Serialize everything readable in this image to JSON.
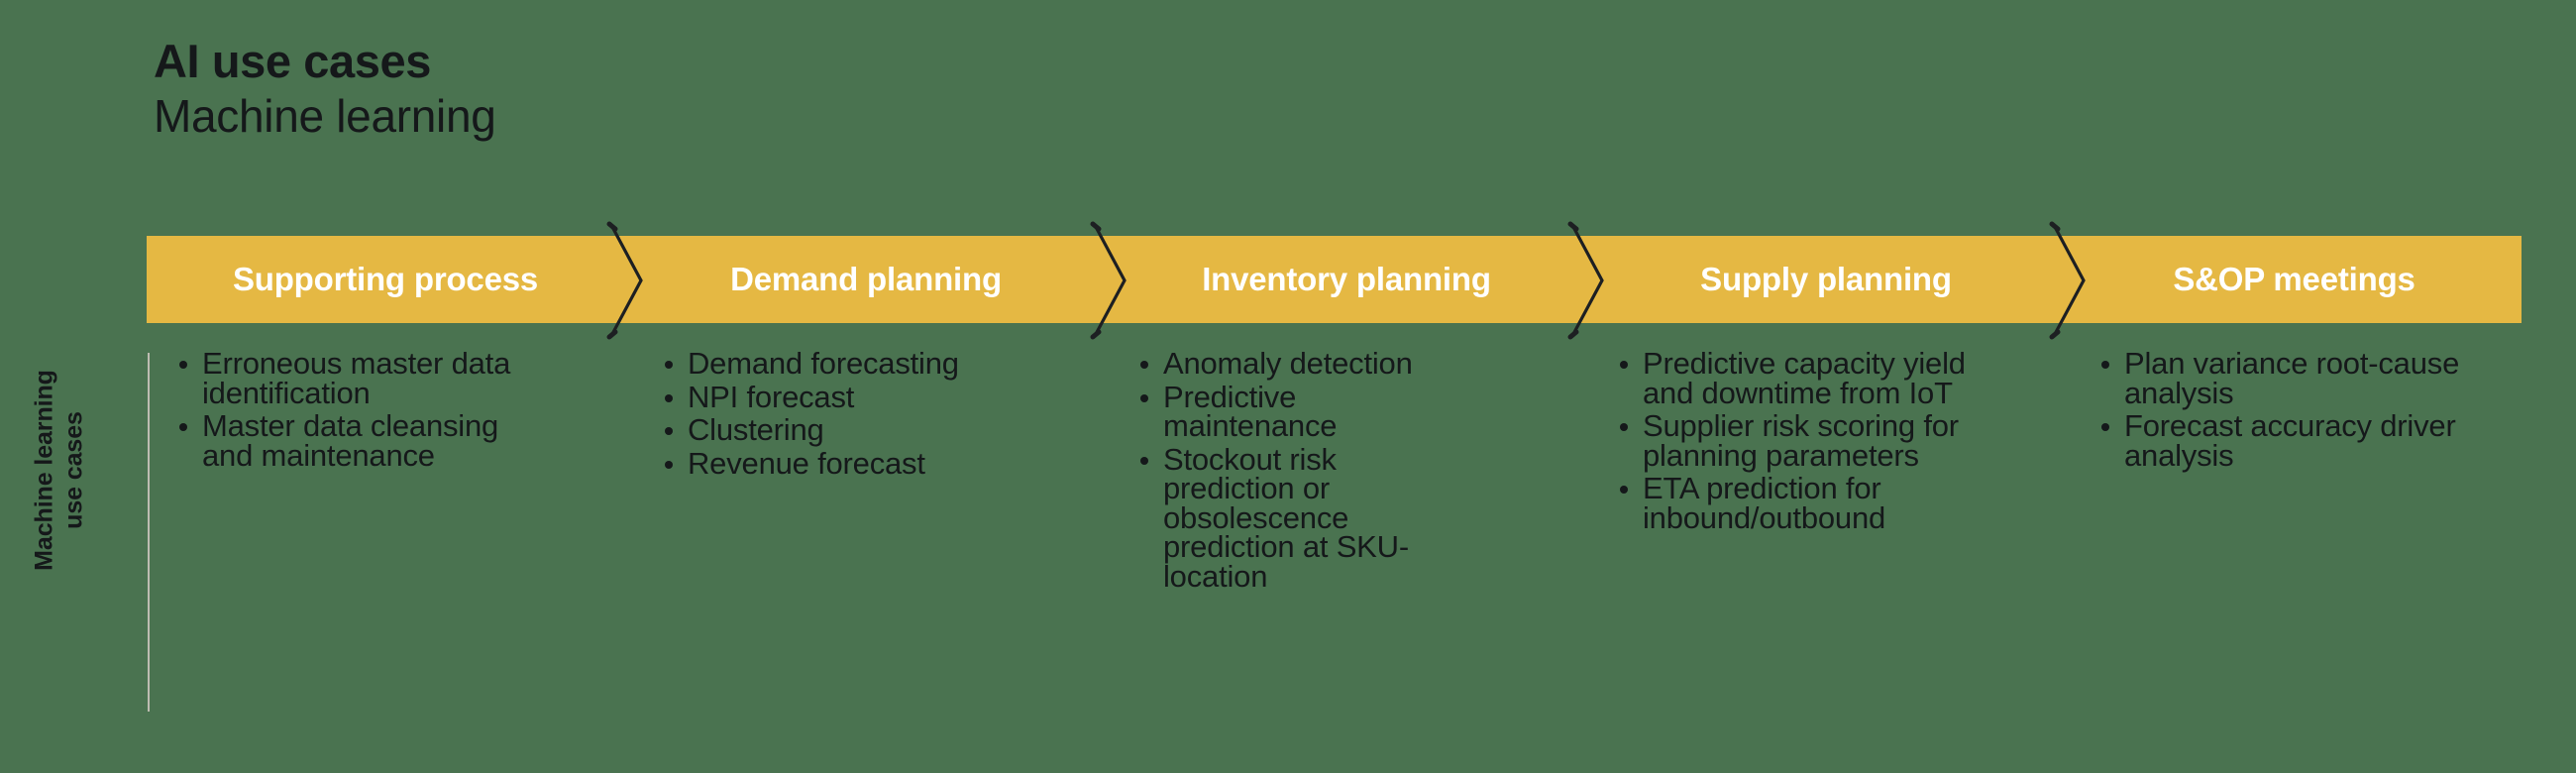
{
  "background_color": "#4a7350",
  "title": {
    "line1": "AI use cases",
    "line2": "Machine learning"
  },
  "side_label": {
    "line1": "Machine learning",
    "line2": "use cases"
  },
  "banner": {
    "fill_color": "#e5b843",
    "text_color": "#ffffff",
    "chevron_color": "#1d1f22",
    "stages": [
      {
        "label": "Supporting process"
      },
      {
        "label": "Demand planning"
      },
      {
        "label": "Inventory planning"
      },
      {
        "label": "Supply planning"
      },
      {
        "label": "S&OP meetings"
      }
    ]
  },
  "columns": [
    {
      "stage": "Supporting process",
      "items": [
        "Erroneous master data identification",
        "Master data cleansing and maintenance"
      ]
    },
    {
      "stage": "Demand planning",
      "items": [
        "Demand forecasting",
        "NPI forecast",
        "Clustering",
        "Revenue forecast"
      ]
    },
    {
      "stage": "Inventory planning",
      "items": [
        "Anomaly detection",
        "Predictive maintenance",
        "Stockout risk prediction or obsolescence prediction at SKU-location"
      ]
    },
    {
      "stage": "Supply planning",
      "items": [
        "Predictive capacity yield and downtime from IoT",
        "Supplier risk scoring for planning parameters",
        "ETA prediction for inbound/outbound"
      ]
    },
    {
      "stage": "S&OP meetings",
      "items": [
        "Plan variance root-cause analysis",
        "Forecast accuracy driver analysis"
      ]
    }
  ]
}
